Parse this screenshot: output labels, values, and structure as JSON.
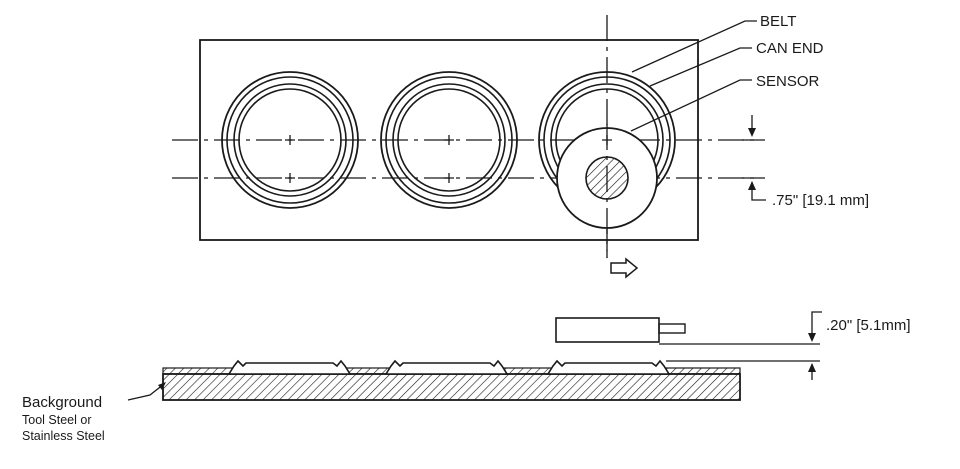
{
  "labels": {
    "belt": "BELT",
    "can_end": "CAN END",
    "sensor": "SENSOR",
    "top_dimension": ".75\"  [19.1  mm]",
    "side_dimension": ".20\"  [5.1mm]",
    "background": "Background",
    "material_line1": "Tool Steel or",
    "material_line2": "Stainless Steel"
  },
  "colors": {
    "line": "#1a1a1a",
    "background": "#ffffff"
  },
  "icons": {
    "direction": "right-arrow-icon"
  }
}
